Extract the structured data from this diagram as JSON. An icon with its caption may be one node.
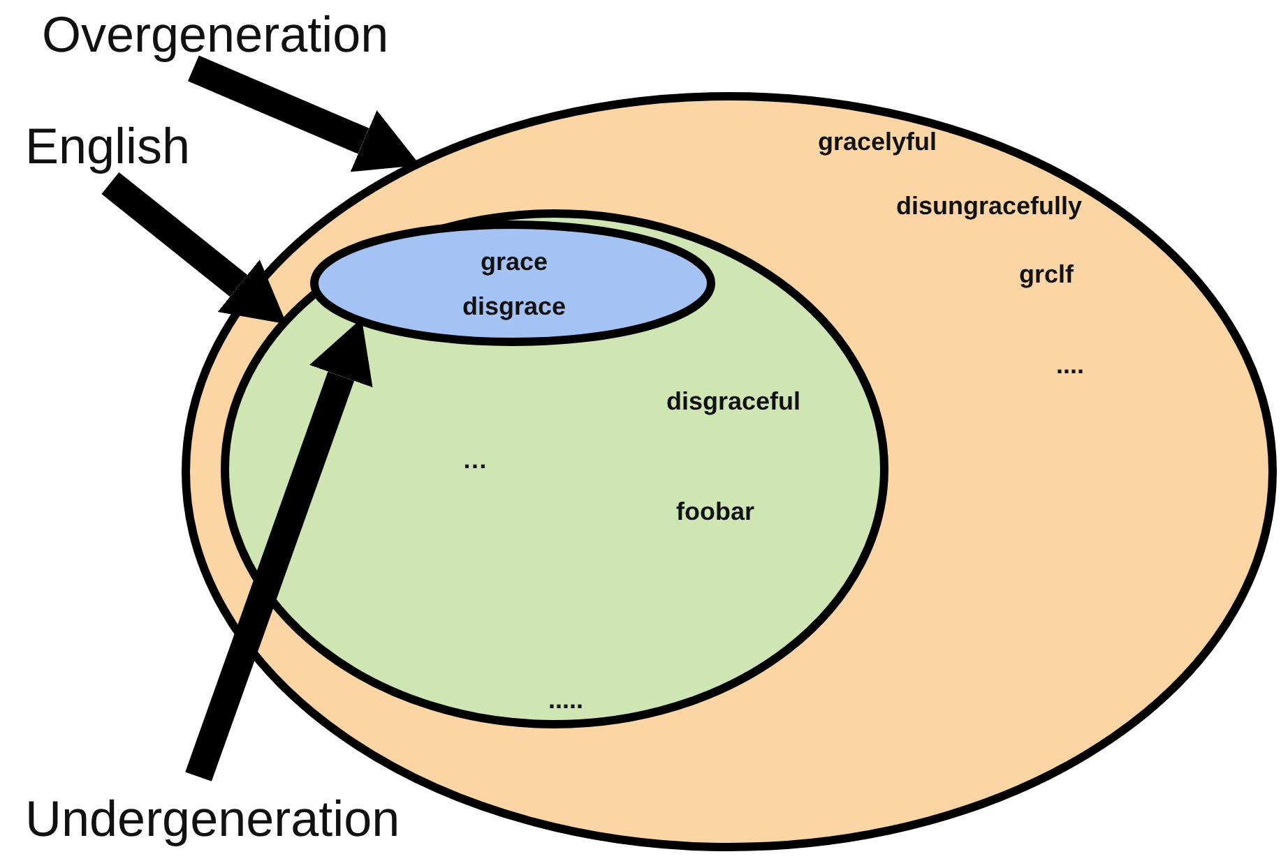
{
  "diagram": {
    "nodes": [
      {
        "text": [
          "gracelyful",
          "disungracefully",
          "grclf",
          "...."
        ]
      },
      {
        "text": [
          "disgraceful",
          "…",
          "foobar",
          "....."
        ],
        "in": 0
      },
      {
        "text": [
          "grace",
          "disgrace"
        ],
        "in": 1
      },
      {
        "text": [
          "Overgeneration"
        ]
      },
      {
        "text": [
          "English"
        ]
      },
      {
        "text": [
          "Undergeneration"
        ]
      }
    ],
    "edges": [
      {
        "from": 3,
        "to": 0,
        "arrow": "to"
      },
      {
        "from": 4,
        "to": 1,
        "arrow": "to"
      },
      {
        "from": 5,
        "to": 2,
        "arrow": "to"
      }
    ]
  }
}
